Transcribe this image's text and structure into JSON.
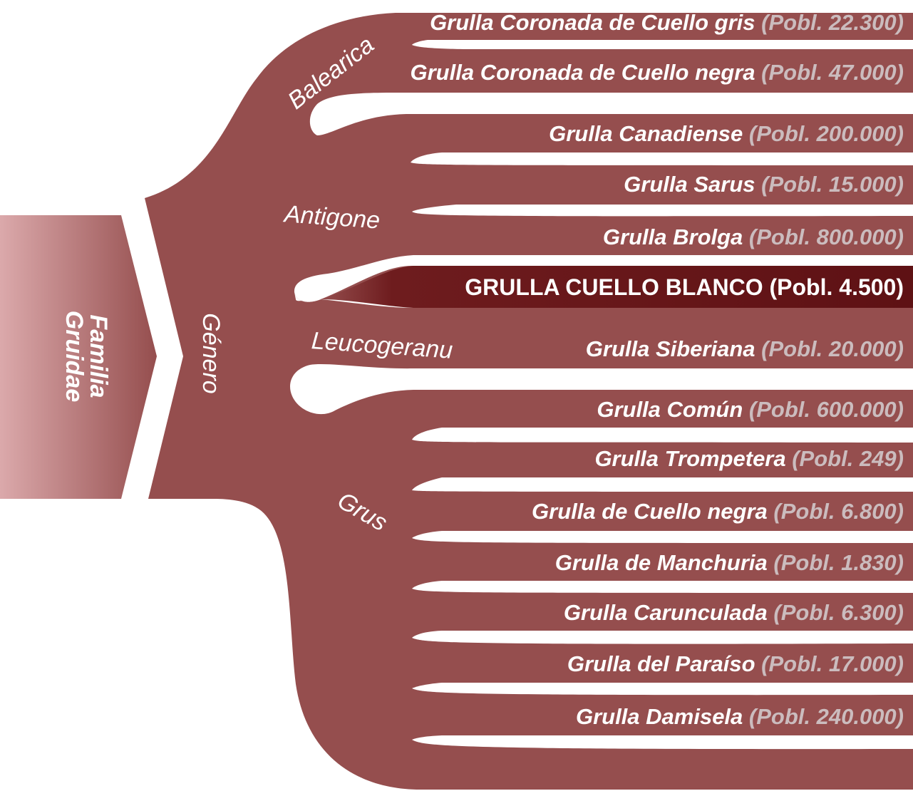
{
  "family": {
    "line1": "Familia",
    "line2": "Gruidae"
  },
  "genus_label": "Género",
  "genera": [
    {
      "name": "Balearica"
    },
    {
      "name": "Antigone"
    },
    {
      "name": "Leucogeranu"
    },
    {
      "name": "Grus"
    }
  ],
  "species": [
    {
      "name": "Grulla Coronada de Cuello gris",
      "population": "(Pobl. 22.300)"
    },
    {
      "name": "Grulla Coronada de Cuello negra",
      "population": "(Pobl. 47.000)"
    },
    {
      "name": "Grulla Canadiense",
      "population": "(Pobl. 200.000)"
    },
    {
      "name": "Grulla Sarus",
      "population": "(Pobl. 15.000)"
    },
    {
      "name": "Grulla Brolga",
      "population": "(Pobl. 800.000)"
    },
    {
      "name": "GRULLA CUELLO BLANCO",
      "population": " (Pobl. 4.500)",
      "highlight": true
    },
    {
      "name": "Grulla Siberiana",
      "population": "(Pobl. 20.000)"
    },
    {
      "name": "Grulla Común",
      "population": "(Pobl. 600.000)"
    },
    {
      "name": "Grulla Trompetera",
      "population": "(Pobl. 249)"
    },
    {
      "name": "Grulla de Cuello negra",
      "population": "(Pobl. 6.800)"
    },
    {
      "name": "Grulla de Manchuria",
      "population": "(Pobl. 1.830)"
    },
    {
      "name": "Grulla Carunculada",
      "population": "(Pobl. 6.300)"
    },
    {
      "name": "Grulla del Paraíso",
      "population": "(Pobl. 17.000)"
    },
    {
      "name": "Grulla Damisela",
      "population": "(Pobl. 240.000)"
    }
  ],
  "colors": {
    "branch": "#954e4e",
    "highlight_dark": "#5e1114",
    "highlight_mid": "#6e1c1e",
    "family_light": "#d9a6a8",
    "population_text": "#cbbcbe",
    "text": "#ffffff"
  }
}
